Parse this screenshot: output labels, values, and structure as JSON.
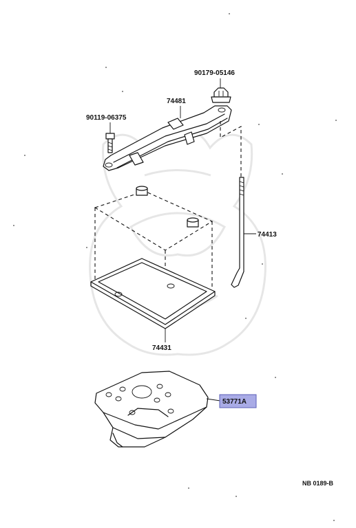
{
  "diagram": {
    "parts": {
      "bolt_top": "90179-05146",
      "clamp_bracket": "74481",
      "bolt_left": "90119-06375",
      "hold_down_rod": "74413",
      "battery_tray": "74431",
      "tray_support": "53771A"
    },
    "highlighted_part": "53771A",
    "highlight_color": "#a9abe6",
    "drawing_code": "NB 0189-B"
  }
}
